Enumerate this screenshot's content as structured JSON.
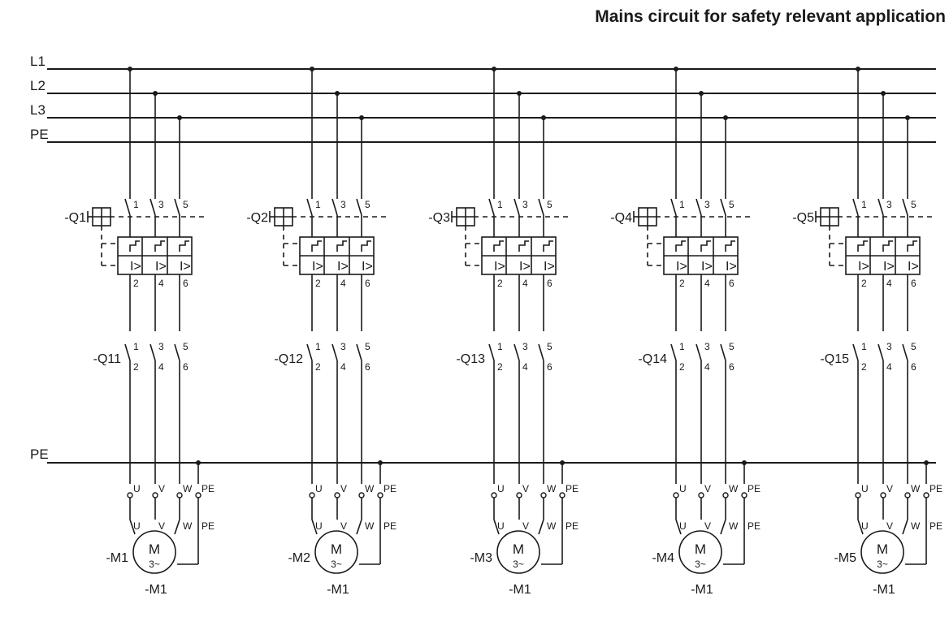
{
  "title": "Mains circuit for safety relevant application",
  "bus_labels": {
    "l1": "L1",
    "l2": "L2",
    "l3": "L3",
    "pe_top": "PE",
    "pe_bottom": "PE"
  },
  "terminal_labels": {
    "in": [
      "1",
      "3",
      "5"
    ],
    "out": [
      "2",
      "4",
      "6"
    ],
    "motor": [
      "U",
      "V",
      "W",
      "PE"
    ]
  },
  "trip_symbol": "I>",
  "motor_symbol": {
    "letter": "M",
    "phase": "3~"
  },
  "branches": [
    {
      "breaker": "-Q1",
      "contactor": "-Q11",
      "motor_left": "-M1",
      "motor_bottom": "-M1"
    },
    {
      "breaker": "-Q2",
      "contactor": "-Q12",
      "motor_left": "-M2",
      "motor_bottom": "-M1"
    },
    {
      "breaker": "-Q3",
      "contactor": "-Q13",
      "motor_left": "-M3",
      "motor_bottom": "-M1"
    },
    {
      "breaker": "-Q4",
      "contactor": "-Q14",
      "motor_left": "-M4",
      "motor_bottom": "-M1"
    },
    {
      "breaker": "-Q5",
      "contactor": "-Q15",
      "motor_left": "-M5",
      "motor_bottom": "-M1"
    }
  ]
}
